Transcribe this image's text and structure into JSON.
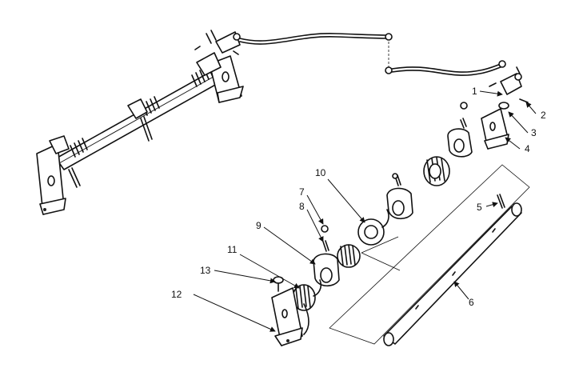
{
  "diagram": {
    "callouts": [
      {
        "id": 1,
        "label": "1"
      },
      {
        "id": 2,
        "label": "2"
      },
      {
        "id": 3,
        "label": "3"
      },
      {
        "id": 4,
        "label": "4"
      },
      {
        "id": 5,
        "label": "5"
      },
      {
        "id": 6,
        "label": "6"
      },
      {
        "id": 7,
        "label": "7"
      },
      {
        "id": 8,
        "label": "8"
      },
      {
        "id": 9,
        "label": "9"
      },
      {
        "id": 10,
        "label": "10"
      },
      {
        "id": 11,
        "label": "11"
      },
      {
        "id": 12,
        "label": "12"
      },
      {
        "id": 13,
        "label": "13"
      }
    ]
  }
}
